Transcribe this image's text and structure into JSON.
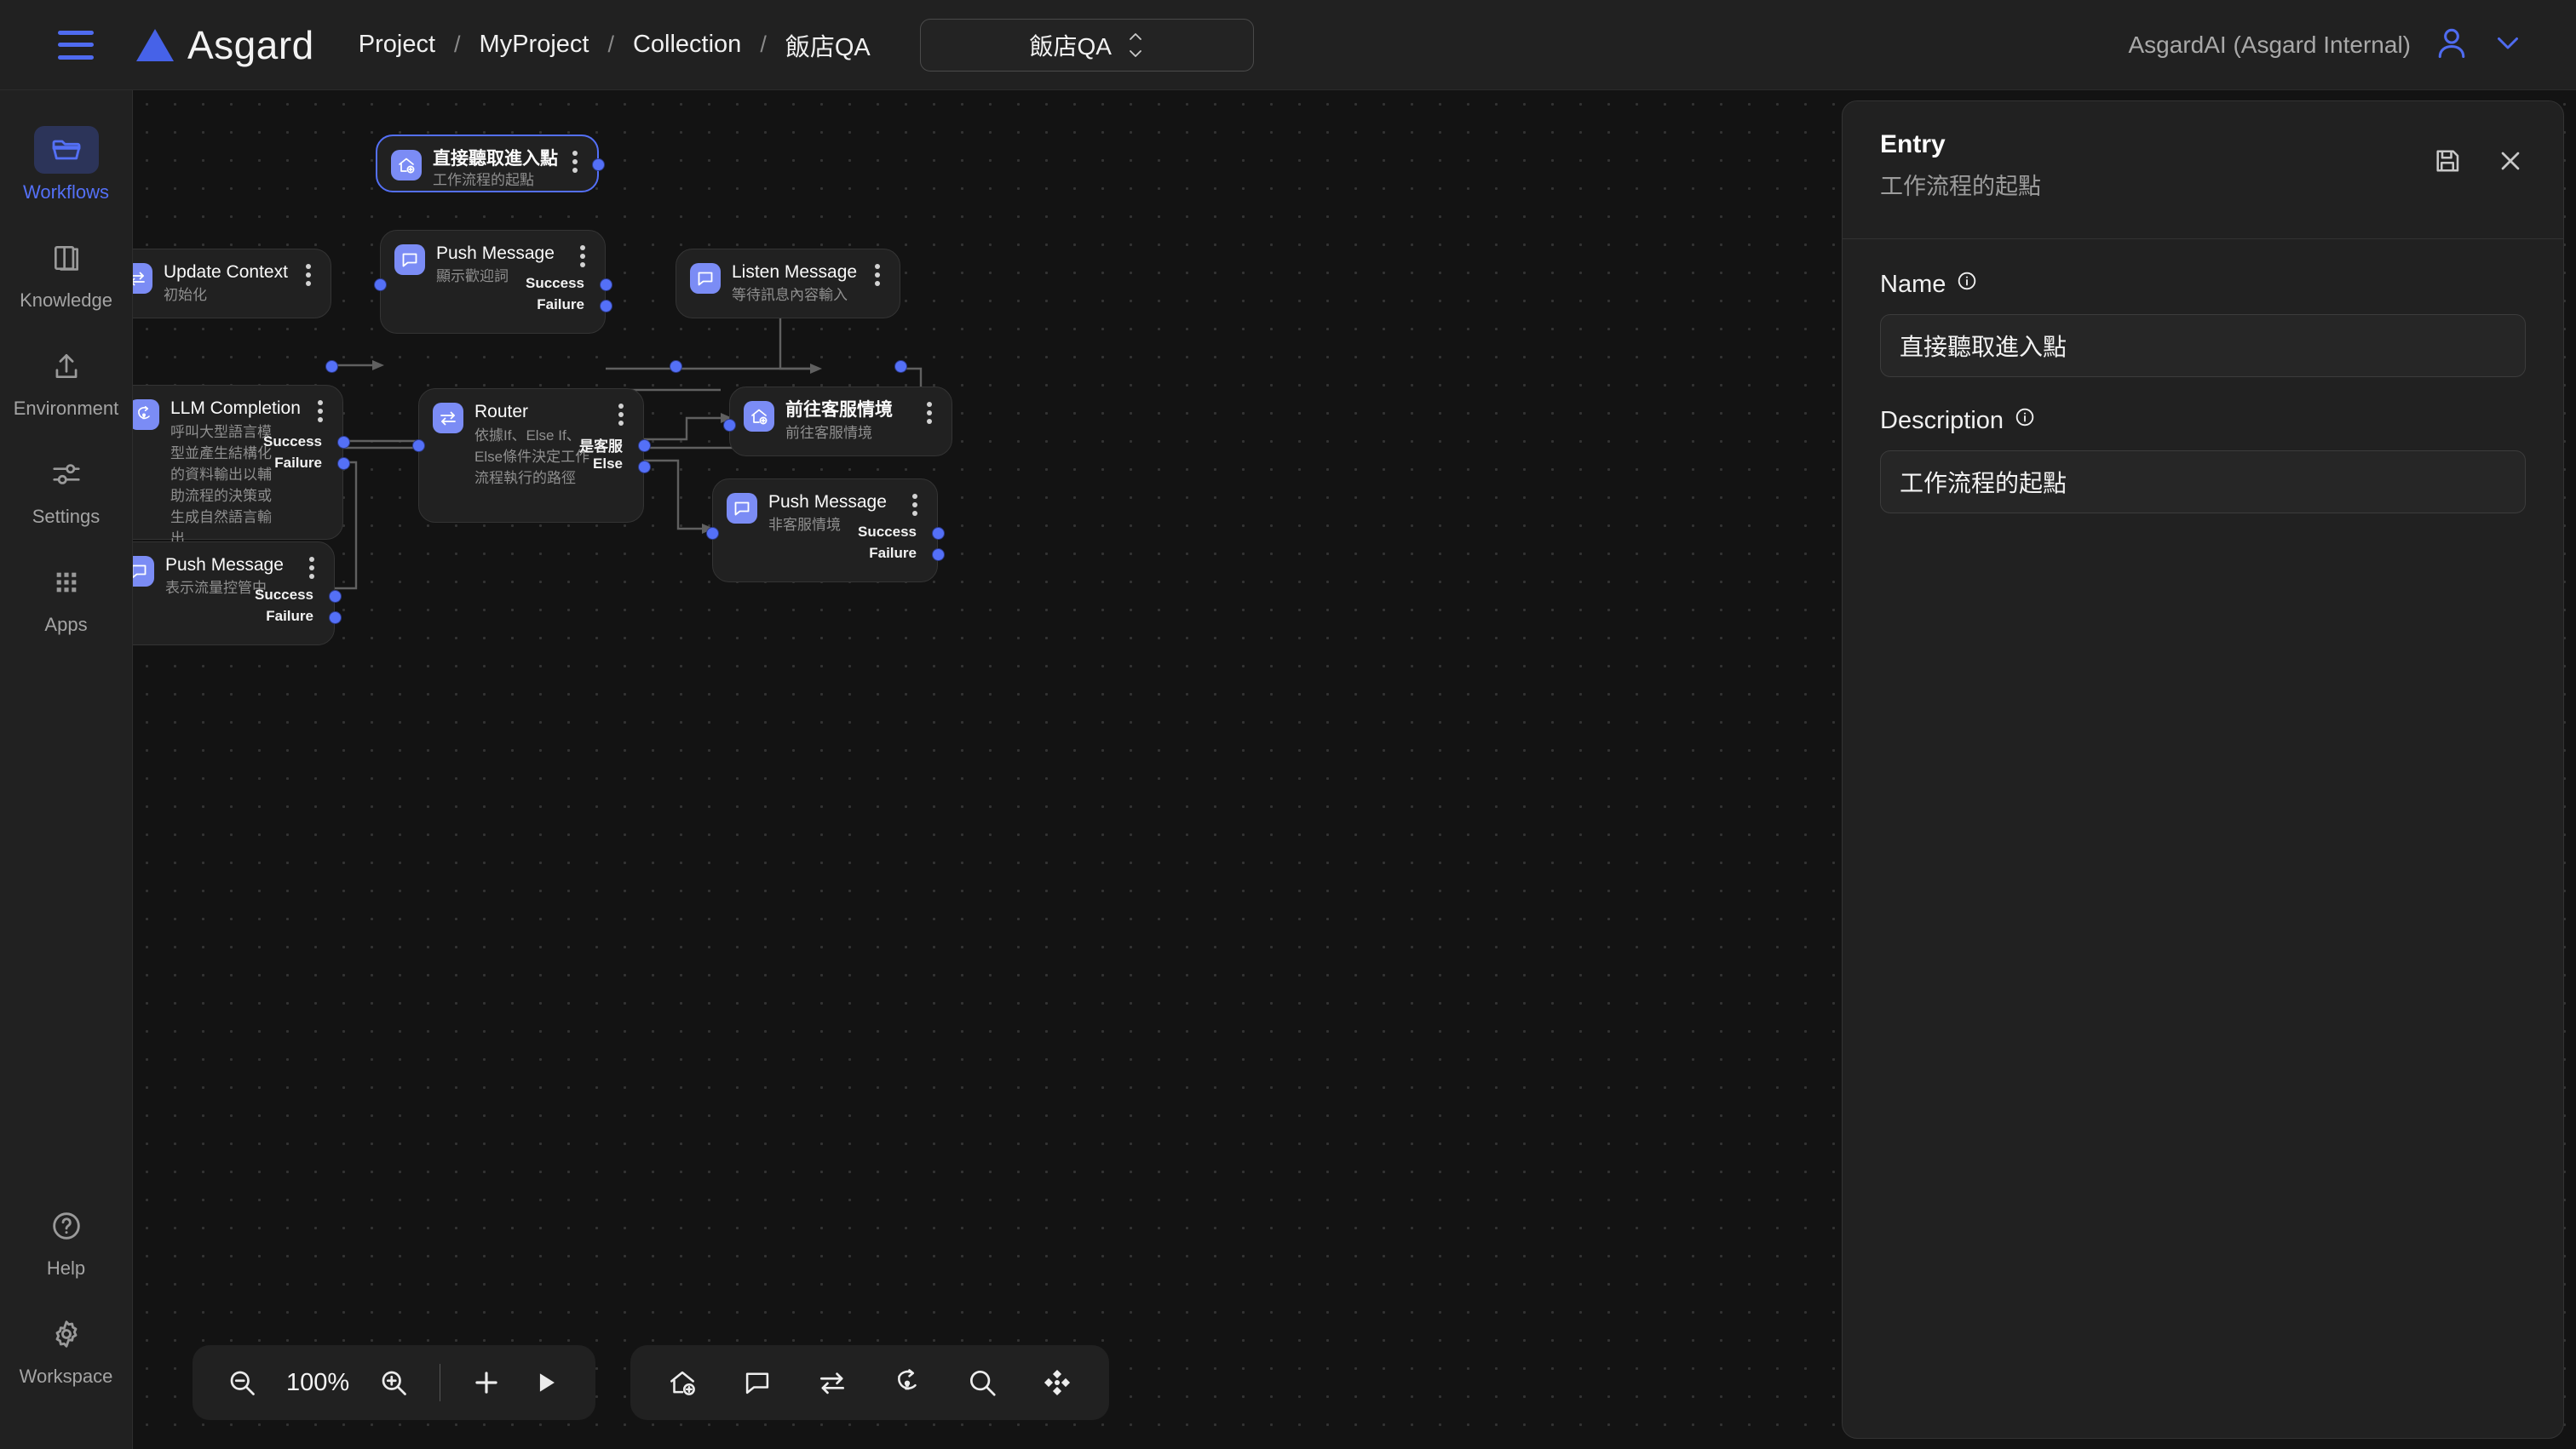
{
  "header": {
    "menu_icon": "hamburger-icon",
    "brand": "Asgard",
    "breadcrumbs": [
      "Project",
      "MyProject",
      "Collection",
      "飯店QA"
    ],
    "breadcrumb_separator": "/",
    "collection_selector": {
      "value": "飯店QA",
      "icon": "chevron-updown-icon"
    },
    "org": "AsgardAI (Asgard Internal)",
    "avatar_icon": "user-avatar-icon",
    "chevron_icon": "chevron-down-icon",
    "accent": "#4f6bf0"
  },
  "sidebar": {
    "items": [
      {
        "label": "Workflows",
        "icon": "folder-icon",
        "active": true
      },
      {
        "label": "Knowledge",
        "icon": "book-icon",
        "active": false
      },
      {
        "label": "Environment",
        "icon": "upload-icon",
        "active": false
      },
      {
        "label": "Settings",
        "icon": "sliders-icon",
        "active": false
      },
      {
        "label": "Apps",
        "icon": "grid-dots-icon",
        "active": false
      }
    ],
    "bottom_items": [
      {
        "label": "Help",
        "icon": "question-circle-icon"
      },
      {
        "label": "Workspace",
        "icon": "gear-icon"
      }
    ],
    "active_color": "#5470f7"
  },
  "canvas": {
    "nodes": [
      {
        "id": "entry",
        "title": "直接聽取進入點",
        "desc": "工作流程的起點",
        "icon": "entry-home-plus-icon",
        "selected": true,
        "ports": []
      },
      {
        "id": "update-context",
        "title": "Update Context",
        "desc": "初始化",
        "icon": "swap-arrows-icon",
        "selected": false,
        "ports": []
      },
      {
        "id": "push-message-welcome",
        "title": "Push Message",
        "desc": "顯示歡迎詞",
        "icon": "chat-bubble-icon",
        "selected": false,
        "ports": [
          "Success",
          "Failure"
        ]
      },
      {
        "id": "listen-message",
        "title": "Listen Message",
        "desc": "等待訊息內容輸入",
        "icon": "chat-bubble-icon",
        "selected": false,
        "ports": []
      },
      {
        "id": "llm-completion",
        "title": "LLM Completion",
        "desc": "呼叫大型語言模型並產生結構化的資料輸出以輔助流程的決策或生成自然語言輸出",
        "icon": "llm-bulb-icon",
        "selected": false,
        "ports": [
          "Success",
          "Failure"
        ]
      },
      {
        "id": "router",
        "title": "Router",
        "desc": "依據If、Else If、Else條件決定工作流程執行的路徑",
        "icon": "swap-arrows-icon",
        "selected": false,
        "ports": [
          "是客服",
          "Else"
        ]
      },
      {
        "id": "goto-support",
        "title": "前往客服情境",
        "desc": "前往客服情境",
        "icon": "entry-home-plus-icon",
        "selected": false,
        "ports": []
      },
      {
        "id": "push-message-nonsupport",
        "title": "Push Message",
        "desc": "非客服情境",
        "icon": "chat-bubble-icon",
        "selected": false,
        "ports": [
          "Success",
          "Failure"
        ]
      },
      {
        "id": "push-message-throttle",
        "title": "Push Message",
        "desc": "表示流量控管中",
        "icon": "chat-bubble-icon",
        "selected": false,
        "ports": [
          "Success",
          "Failure"
        ]
      }
    ],
    "node_accent": "#7b8cf5",
    "port_color": "#5470f7"
  },
  "zoom_toolbar": {
    "zoom_out_icon": "zoom-out-icon",
    "zoom_level": "100%",
    "zoom_in_icon": "zoom-in-icon",
    "add_icon": "plus-icon",
    "run_icon": "play-icon"
  },
  "node_toolbar": {
    "buttons": [
      {
        "icon": "entry-home-plus-icon"
      },
      {
        "icon": "chat-bubble-icon"
      },
      {
        "icon": "swap-arrows-icon"
      },
      {
        "icon": "llm-bulb-icon"
      },
      {
        "icon": "search-icon"
      },
      {
        "icon": "diamond-dots-icon"
      }
    ]
  },
  "panel": {
    "title": "Entry",
    "subtitle": "工作流程的起點",
    "save_icon": "save-disk-icon",
    "close_icon": "close-x-icon",
    "fields": [
      {
        "label": "Name",
        "value": "直接聽取進入點",
        "info_icon": "info-icon"
      },
      {
        "label": "Description",
        "value": "工作流程的起點",
        "info_icon": "info-icon"
      }
    ]
  }
}
